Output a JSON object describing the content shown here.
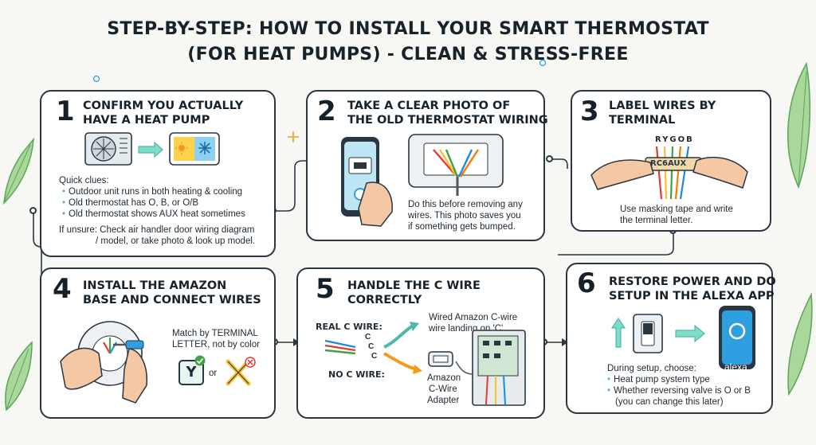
{
  "title": {
    "line1": "STEP-BY-STEP: HOW TO INSTALL YOUR SMART THERMOSTAT",
    "line2": "(FOR HEAT PUMPS) - CLEAN & STRESS-FREE"
  },
  "steps": [
    {
      "number": "1",
      "title_lines": [
        "CONFIRM YOU ACTUALLY",
        "HAVE A HEAT PUMP"
      ],
      "clues_heading": "Quick clues:",
      "clues": [
        "Outdoor unit runs in both heating & cooling",
        "Old thermostat has O, B, or O/B",
        "Old thermostat shows AUX heat sometimes"
      ],
      "unsure_label": "If unsure:",
      "unsure_lines": [
        "Check air handler door wiring diagram",
        "/ model, or take photo & look up model."
      ],
      "icons": [
        "outdoor-unit-icon",
        "arrow-icon",
        "sun-icon",
        "snowflake-icon"
      ]
    },
    {
      "number": "2",
      "title_lines": [
        "TAKE A CLEAR PHOTO OF",
        "THE OLD THERMOSTAT WIRING"
      ],
      "note_lines": [
        "Do this before removing any",
        "wires. This photo saves you",
        "if something gets bumped."
      ],
      "icons": [
        "phone-camera-icon",
        "thermostat-wiring-icon"
      ]
    },
    {
      "number": "3",
      "title_lines": [
        "LABEL WIRES BY",
        "TERMINAL"
      ],
      "wire_letters": "RYGOB",
      "tape_label": "RC6AUX",
      "note_lines": [
        "Use masking tape and write",
        "the terminal letter."
      ],
      "icons": [
        "masking-tape-icon",
        "hands-icon"
      ]
    },
    {
      "number": "4",
      "title_lines": [
        "INSTALL THE AMAZON",
        "BASE AND CONNECT WIRES"
      ],
      "note_lines": [
        "Match by TERMINAL",
        "LETTER, not by color"
      ],
      "good_letter": "Y",
      "or_text": "or",
      "icons": [
        "thermostat-base-icon",
        "screwdriver-icon",
        "check-icon",
        "cross-icon"
      ]
    },
    {
      "number": "5",
      "title_lines": [
        "HANDLE THE C WIRE",
        "CORRECTLY"
      ],
      "real_label": "REAL C WIRE:",
      "no_label": "NO C WIRE:",
      "c_letters": [
        "C",
        "C",
        "C"
      ],
      "wired_lines": [
        "Wired Amazon C-wire",
        "wire landing on 'C'"
      ],
      "adapter_lines": [
        "Amazon",
        "C-Wire",
        "Adapter"
      ],
      "icons": [
        "c-wire-icon",
        "adapter-icon",
        "control-board-icon"
      ]
    },
    {
      "number": "6",
      "title_lines": [
        "RESTORE POWER AND DO",
        "SETUP IN THE ALEXA APP"
      ],
      "setup_heading": "During setup, choose:",
      "setup_items": [
        "Heat pump system type",
        "Whether reversing valve is O or B"
      ],
      "setup_sub": "(you can change this later)",
      "app_label": "alexa",
      "icons": [
        "power-switch-icon",
        "up-arrow-icon",
        "right-arrow-icon",
        "alexa-phone-icon"
      ]
    }
  ],
  "colors": {
    "teal": "#4fb8a8",
    "yellow": "#ffd24d",
    "border": "#2a3640",
    "blue": "#2f9fe0"
  }
}
